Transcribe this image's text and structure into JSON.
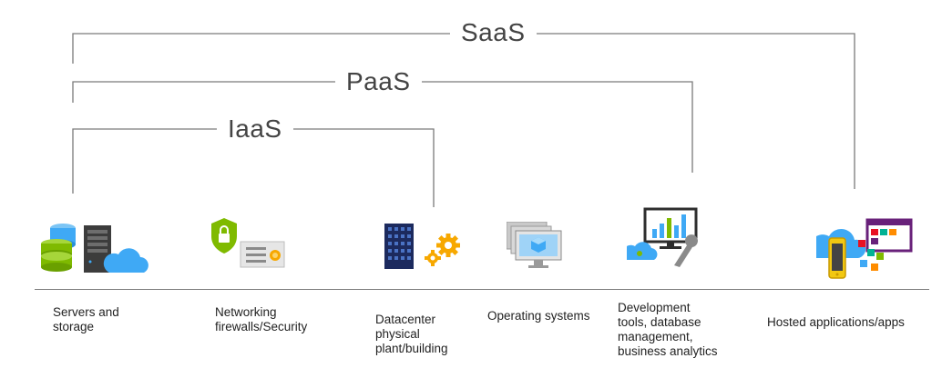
{
  "tiers": {
    "saas": {
      "label": "SaaS"
    },
    "paas": {
      "label": "PaaS"
    },
    "iaas": {
      "label": "IaaS"
    }
  },
  "components": [
    {
      "id": "servers",
      "label": "Servers and\nstorage",
      "icon": "servers-storage-icon"
    },
    {
      "id": "networking",
      "label": "Networking\nfirewalls/Security",
      "icon": "network-security-icon"
    },
    {
      "id": "datacenter",
      "label": "Datacenter\nphysical\nplant/building",
      "icon": "datacenter-building-icon"
    },
    {
      "id": "os",
      "label": "Operating systems",
      "icon": "operating-systems-icon"
    },
    {
      "id": "devtools",
      "label": "Development\ntools, database\nmanagement,\nbusiness analytics",
      "icon": "dev-tools-analytics-icon"
    },
    {
      "id": "apps",
      "label": "Hosted applications/apps",
      "icon": "hosted-apps-icon"
    }
  ],
  "colors": {
    "line": "#7a7a7a",
    "azure_blue": "#3fa9f5",
    "green": "#7fba00",
    "dark_gray": "#3c3c3c",
    "orange": "#f7a800",
    "navy": "#1c2a5e"
  }
}
